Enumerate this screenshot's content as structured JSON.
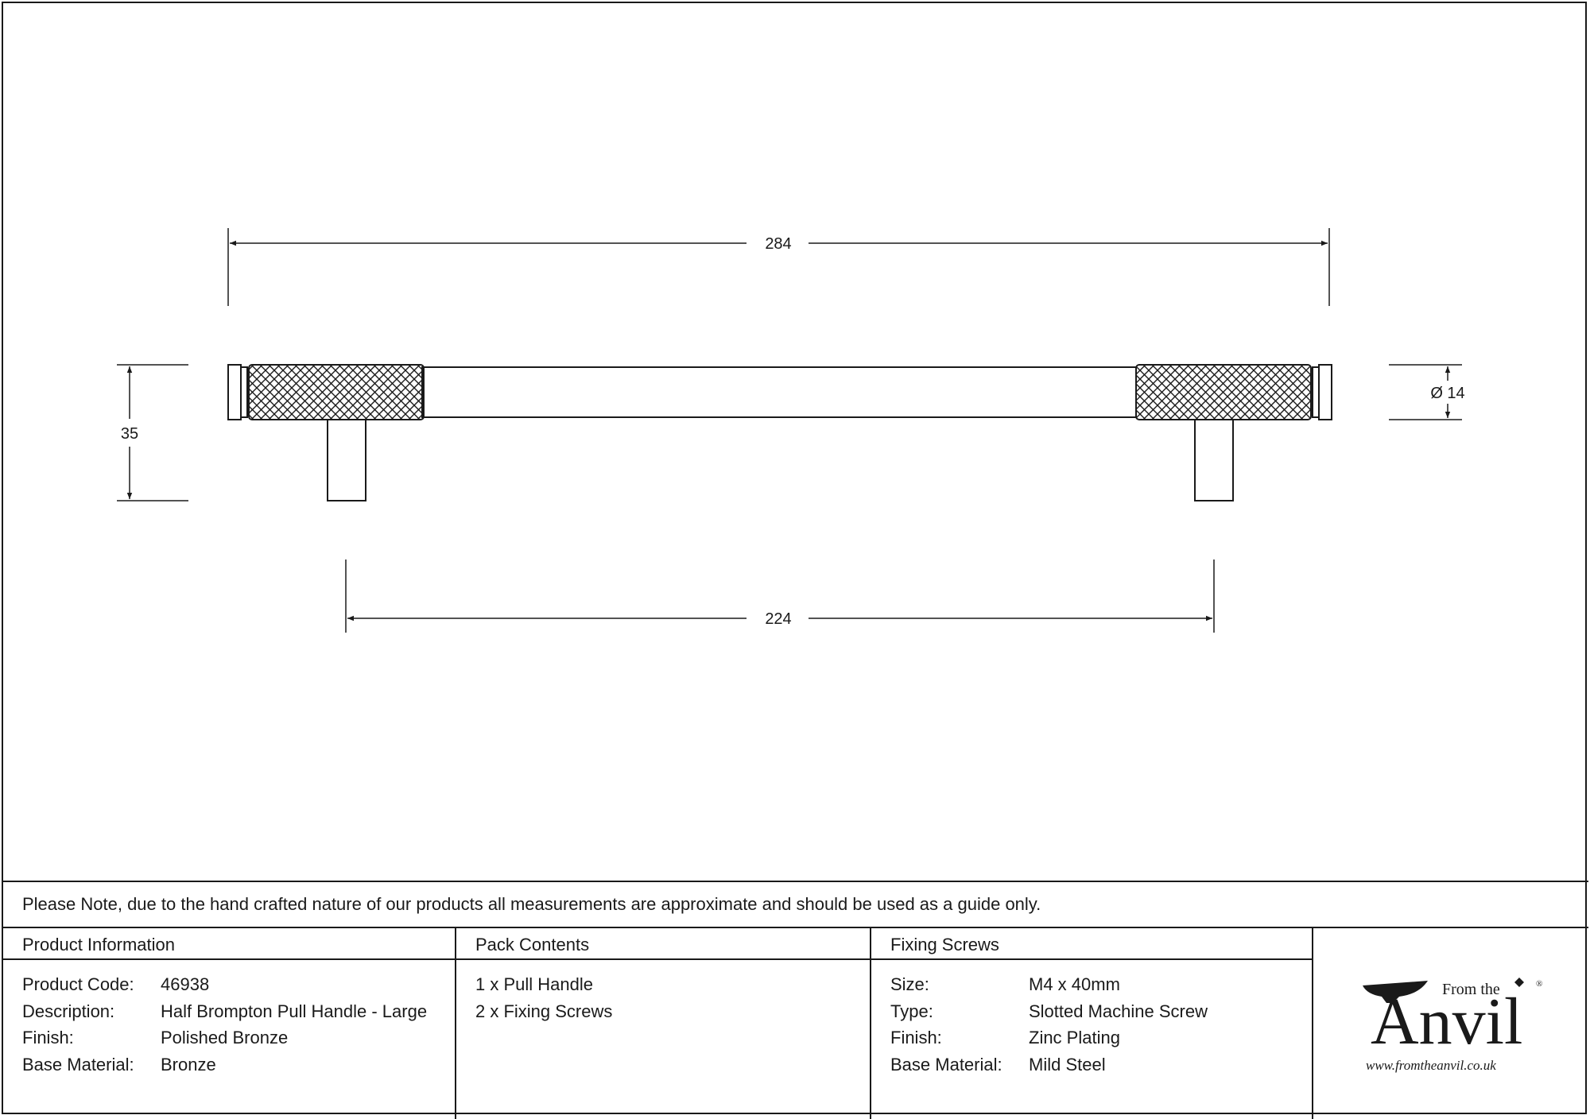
{
  "dimensions": {
    "overall_length": "284",
    "centres": "224",
    "projection": "35",
    "diameter": "Ø 14"
  },
  "note": "Please Note, due to the hand crafted nature of our products all measurements are approximate and should be used as a guide only.",
  "product_information": {
    "heading": "Product Information",
    "rows": [
      {
        "label": "Product Code:",
        "value": "46938"
      },
      {
        "label": "Description:",
        "value": "Half Brompton Pull Handle - Large"
      },
      {
        "label": "Finish:",
        "value": "Polished Bronze"
      },
      {
        "label": "Base Material:",
        "value": "Bronze"
      }
    ]
  },
  "pack_contents": {
    "heading": "Pack Contents",
    "items": [
      "1 x Pull Handle",
      "2 x Fixing Screws"
    ]
  },
  "fixing_screws": {
    "heading": "Fixing Screws",
    "rows": [
      {
        "label": "Size:",
        "value": "M4 x 40mm"
      },
      {
        "label": "Type:",
        "value": "Slotted Machine Screw"
      },
      {
        "label": "Finish:",
        "value": "Zinc Plating"
      },
      {
        "label": "Base Material:",
        "value": "Mild Steel"
      }
    ]
  },
  "logo": {
    "from_the": "From the",
    "name": "Anvil",
    "registered": "®",
    "website": "www.fromtheanvil.co.uk"
  }
}
